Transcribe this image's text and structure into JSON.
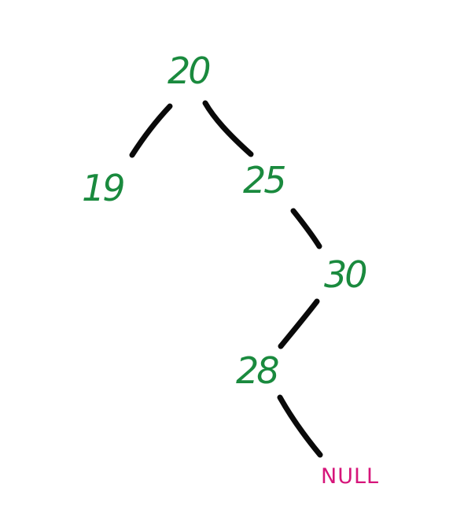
{
  "colors": {
    "node_text": "#1a8a3e",
    "null_text": "#d6157a",
    "edge": "#0a0a0a",
    "background": "#ffffff"
  },
  "tree": {
    "root": "20",
    "nodes": [
      {
        "id": "n20",
        "label": "20"
      },
      {
        "id": "n19",
        "label": "19"
      },
      {
        "id": "n25",
        "label": "25"
      },
      {
        "id": "n30",
        "label": "30"
      },
      {
        "id": "n28",
        "label": "28"
      }
    ],
    "null_leaf": {
      "id": "null",
      "label": "NULL"
    },
    "edges": [
      {
        "from": "20",
        "to": "19"
      },
      {
        "from": "20",
        "to": "25"
      },
      {
        "from": "25",
        "to": "30"
      },
      {
        "from": "30",
        "to": "28"
      },
      {
        "from": "28",
        "to": "NULL"
      }
    ]
  }
}
